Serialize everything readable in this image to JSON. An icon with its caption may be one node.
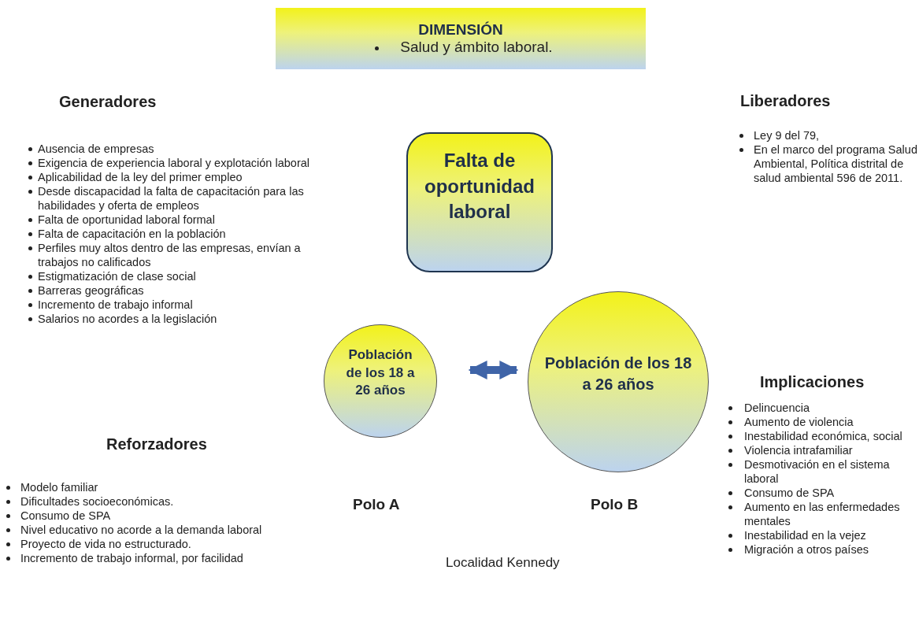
{
  "diagram": {
    "nodes": [
      {
        "text": [
          "DIMENSIÓN",
          "Salud y ámbito laboral."
        ]
      },
      {
        "text": [
          "Falta de oportunidad laboral"
        ]
      },
      {
        "text": [
          "Población de los 18 a 26 años"
        ]
      },
      {
        "text": [
          "Población de los 18 a 26 años"
        ]
      }
    ],
    "edges": [
      {
        "from": 2,
        "to": 3,
        "arrow": "both"
      }
    ],
    "labels": [
      "Generadores",
      "Ausencia de empresas",
      "Exigencia de experiencia laboral y explotación laboral",
      "Aplicabilidad de la ley del primer empleo",
      "Desde discapacidad la falta de capacitación para las habilidades y oferta de empleos",
      "Falta de oportunidad laboral formal",
      "Falta de capacitación en la población",
      "Perfiles muy altos dentro de las empresas, envían a trabajos no calificados",
      "Estigmatización de clase social",
      "Barreras geográficas",
      "Incremento de trabajo informal",
      "Salarios no acordes a la legislación",
      "Reforzadores",
      "Modelo familiar",
      "Dificultades socioeconómicas.",
      "Consumo de SPA",
      "Nivel educativo no acorde a la demanda laboral",
      "Proyecto de vida no estructurado.",
      "Incremento de trabajo informal, por facilidad",
      "Liberadores",
      "Ley 9 del 79,",
      "En el marco del programa Salud Ambiental, Política distrital de salud ambiental 596 de 2011.",
      "Implicaciones",
      "Delincuencia",
      "Aumento de violencia",
      "Inestabilidad económica, social",
      "Violencia intrafamiliar",
      "Desmotivación en el sistema laboral",
      "Consumo de SPA",
      "Aumento en las enfermedades mentales",
      "Inestabilidad en la vejez",
      "Migración a otros países",
      "Polo A",
      "Polo B",
      "Localidad Kennedy"
    ]
  }
}
